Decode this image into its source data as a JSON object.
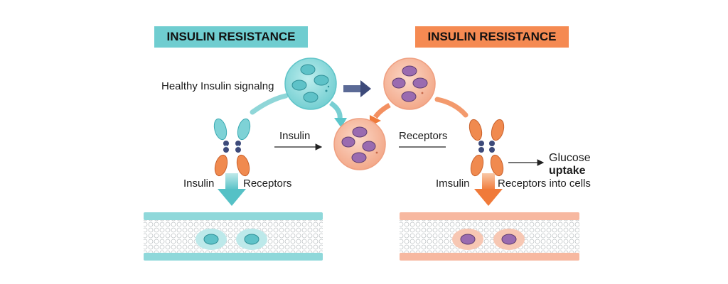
{
  "banners": {
    "left": "INSULIN RESISTANCE",
    "right": "INSULIN RESISTANCE"
  },
  "labels": {
    "healthy_signaling": "Healthy Insulin signalng",
    "insulin_center": "Insulin",
    "receptors_center": "Receptors",
    "insulin_left": "Insulin",
    "receptors_left": "Receptors",
    "insulin_right": "Imsulin",
    "receptors_right": "Receptors into cells",
    "glucose": "Glucose",
    "uptake": "uptake"
  },
  "colors": {
    "teal": "#6fcdd0",
    "teal_dark": "#3aa9b1",
    "orange": "#f58a52",
    "salmon": "#f6b49a",
    "purple": "#8a5a9e",
    "navy": "#3d4a7a"
  }
}
